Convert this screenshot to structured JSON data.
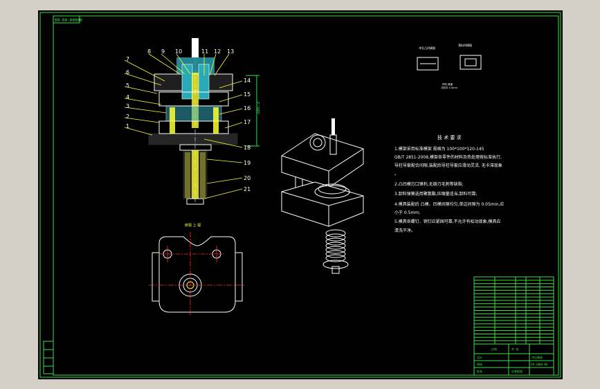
{
  "title_block_top_left": "00-00-00000",
  "part_numbers": [
    "1",
    "2",
    "3",
    "4",
    "5",
    "6",
    "7",
    "8",
    "9",
    "10",
    "11",
    "12",
    "13",
    "14",
    "15",
    "16",
    "17",
    "18",
    "19",
    "20",
    "21"
  ],
  "dimension_text": "285.3",
  "view_label_plan": "俯视 上 视",
  "tech_req": {
    "title": "技 术 要 求",
    "lines": [
      "1.模架采用标准模架 规格为 100*100*120-145",
      "  GB/T 2851-2008,模架各零件的材料及热处理按标准执行,",
      "  导柱导套配合间隙,装配后导柱导套应滑动灵活, 无卡滞现象",
      "  。",
      "2.凸凹模刃口锋利,无崩刃毛刺等缺陷;",
      "3.卸料弹簧选用聚氨酯,压缩量适当,卸料可靠;",
      "4.模具装配后 凸模、凹模间隙均匀,单边间隙为 0.05mm,应",
      "  小于 0.5mm;",
      "5.模具各螺钉、销钉应紧固可靠,不允许有松动现象,模具应",
      "  清洗干净。"
    ]
  },
  "small_views": {
    "left_label": "冲孔凸凹模图",
    "right_label": "落料凹模图",
    "note1": "材料 厚度",
    "note2": "冲压件 0.5mm"
  },
  "title_block": {
    "drawing_name": "冲压模具",
    "drawing_no": "CM-2008-00",
    "scale_label": "比例",
    "sheet_label": "共 张",
    "designer_label": "设计",
    "checker_label": "审核",
    "approved_label": "批准",
    "mark1": "总装配图"
  },
  "bom_rows": 20,
  "colors": {
    "frame": "#3ee04a",
    "geometry": "#ffffff",
    "leader": "#ffff33",
    "center": "#ff3333",
    "section": "#2aa9b8"
  }
}
